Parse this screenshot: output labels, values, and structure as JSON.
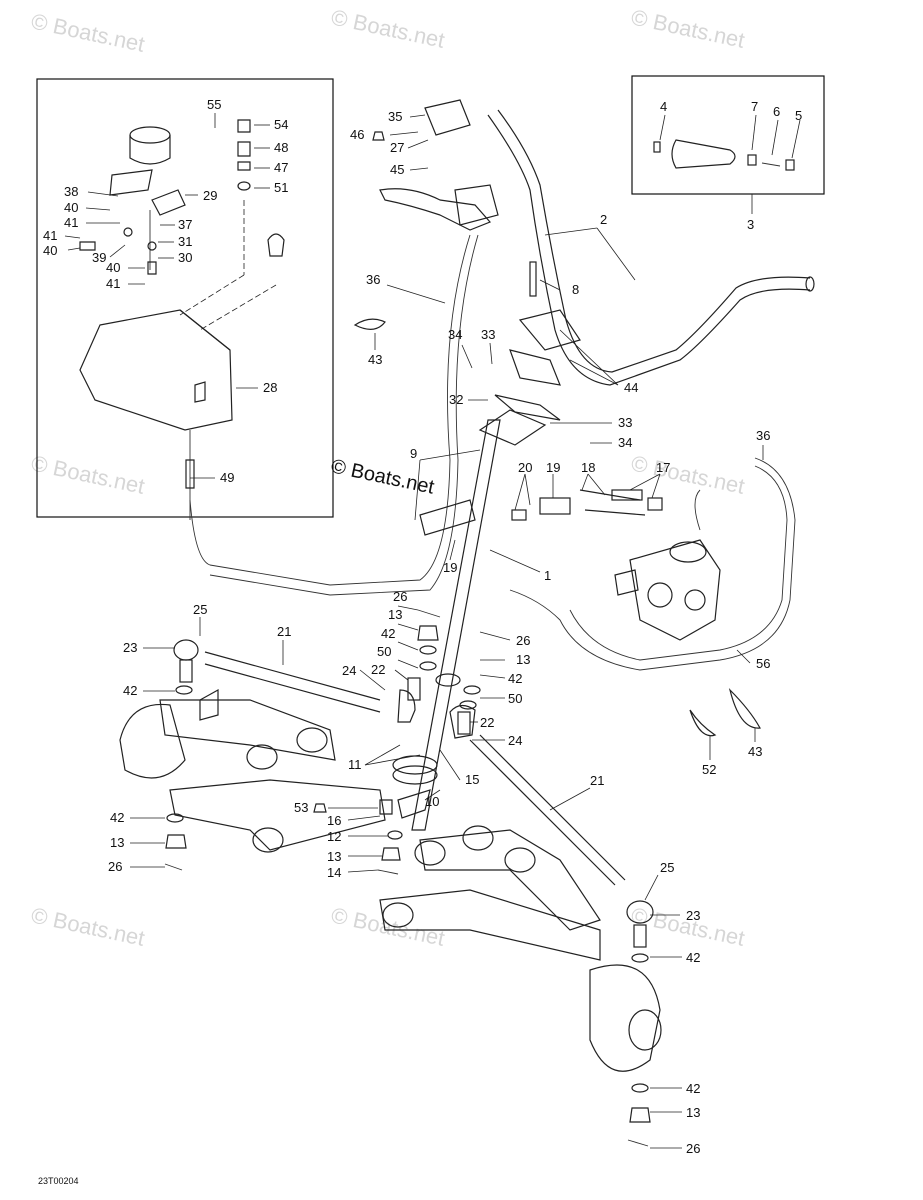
{
  "watermark": "© Boats.net",
  "center_watermark": "© Boats.net",
  "diagram_code": "23T00204",
  "callouts": {
    "c55": "55",
    "c54": "54",
    "c48": "48",
    "c47": "47",
    "c51": "51",
    "c38": "38",
    "c29": "29",
    "c40a": "40",
    "c41a": "41",
    "c37": "37",
    "c41b": "41",
    "c31": "31",
    "c40b": "40",
    "c39": "39",
    "c30": "30",
    "c40c": "40",
    "c41c": "41",
    "c28": "28",
    "c49": "49",
    "c35": "35",
    "c46": "46",
    "c27": "27",
    "c45": "45",
    "c36a": "36",
    "c8": "8",
    "c43a": "43",
    "c34a": "34",
    "c33a": "33",
    "c44": "44",
    "c32": "32",
    "c33b": "33",
    "c34b": "34",
    "c2": "2",
    "c4": "4",
    "c7": "7",
    "c6": "6",
    "c5": "5",
    "c3": "3",
    "c9": "9",
    "c20": "20",
    "c19a": "19",
    "c18": "18",
    "c17": "17",
    "c36b": "36",
    "c19b": "19",
    "c1": "1",
    "c25a": "25",
    "c21a": "21",
    "c23a": "23",
    "c42a": "42",
    "c26a": "26",
    "c13a": "13",
    "c42b": "42",
    "c50a": "50",
    "c24a": "24",
    "c22a": "22",
    "c26b": "26",
    "c13b": "13",
    "c42c": "42",
    "c50b": "50",
    "c22b": "22",
    "c24b": "24",
    "c11": "11",
    "c15": "15",
    "c10": "10",
    "c53": "53",
    "c16": "16",
    "c42d": "42",
    "c12": "12",
    "c13c": "13",
    "c13d": "13",
    "c14": "14",
    "c26c": "26",
    "c56": "56",
    "c52": "52",
    "c43b": "43",
    "c21b": "21",
    "c25b": "25",
    "c23b": "23",
    "c42e": "42",
    "c42f": "42",
    "c13e": "13",
    "c26d": "26"
  }
}
